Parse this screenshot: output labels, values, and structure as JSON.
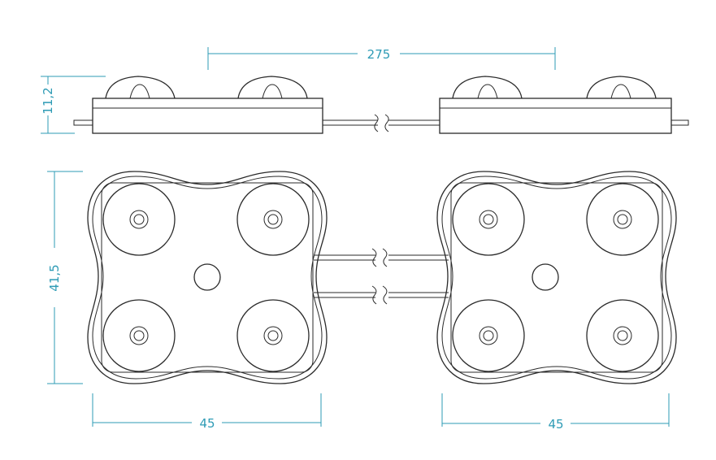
{
  "colors": {
    "dimension": "#2e9bb5",
    "outline": "#2a2a2a",
    "background": "#ffffff"
  },
  "dimensions": {
    "spacing": "275",
    "height": "11,2",
    "length": "41,5",
    "width_left": "45",
    "width_right": "45"
  }
}
